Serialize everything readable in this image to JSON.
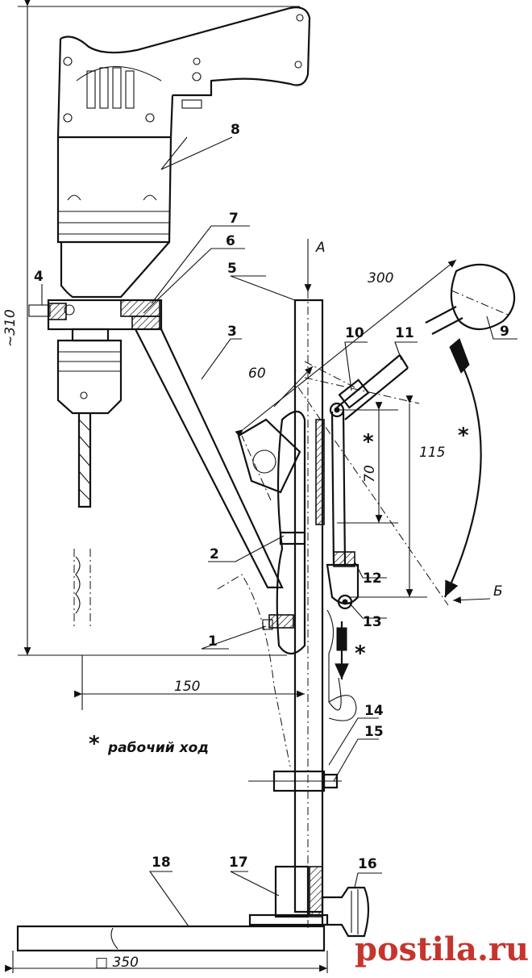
{
  "labels": {
    "p1": "1",
    "p2": "2",
    "p3": "3",
    "p4": "4",
    "p5": "5",
    "p6": "6",
    "p7": "7",
    "p8": "8",
    "p9": "9",
    "p10": "10",
    "p11": "11",
    "p12": "12",
    "p13": "13",
    "p14": "14",
    "p15": "15",
    "p16": "16",
    "p17": "17",
    "p18": "18"
  },
  "views": {
    "a": "А",
    "b": "Б"
  },
  "dimensions": {
    "d310": "~310",
    "d300": "300",
    "d60": "60",
    "d70": "70",
    "d115": "115",
    "d150": "150",
    "d350": "□ 350"
  },
  "marks": {
    "star": "*"
  },
  "legend": {
    "star": "*",
    "text": "рабочий ход"
  },
  "watermark": "postila.ru",
  "colors": {
    "ink": "#111111",
    "watermark": "#c5352e"
  }
}
